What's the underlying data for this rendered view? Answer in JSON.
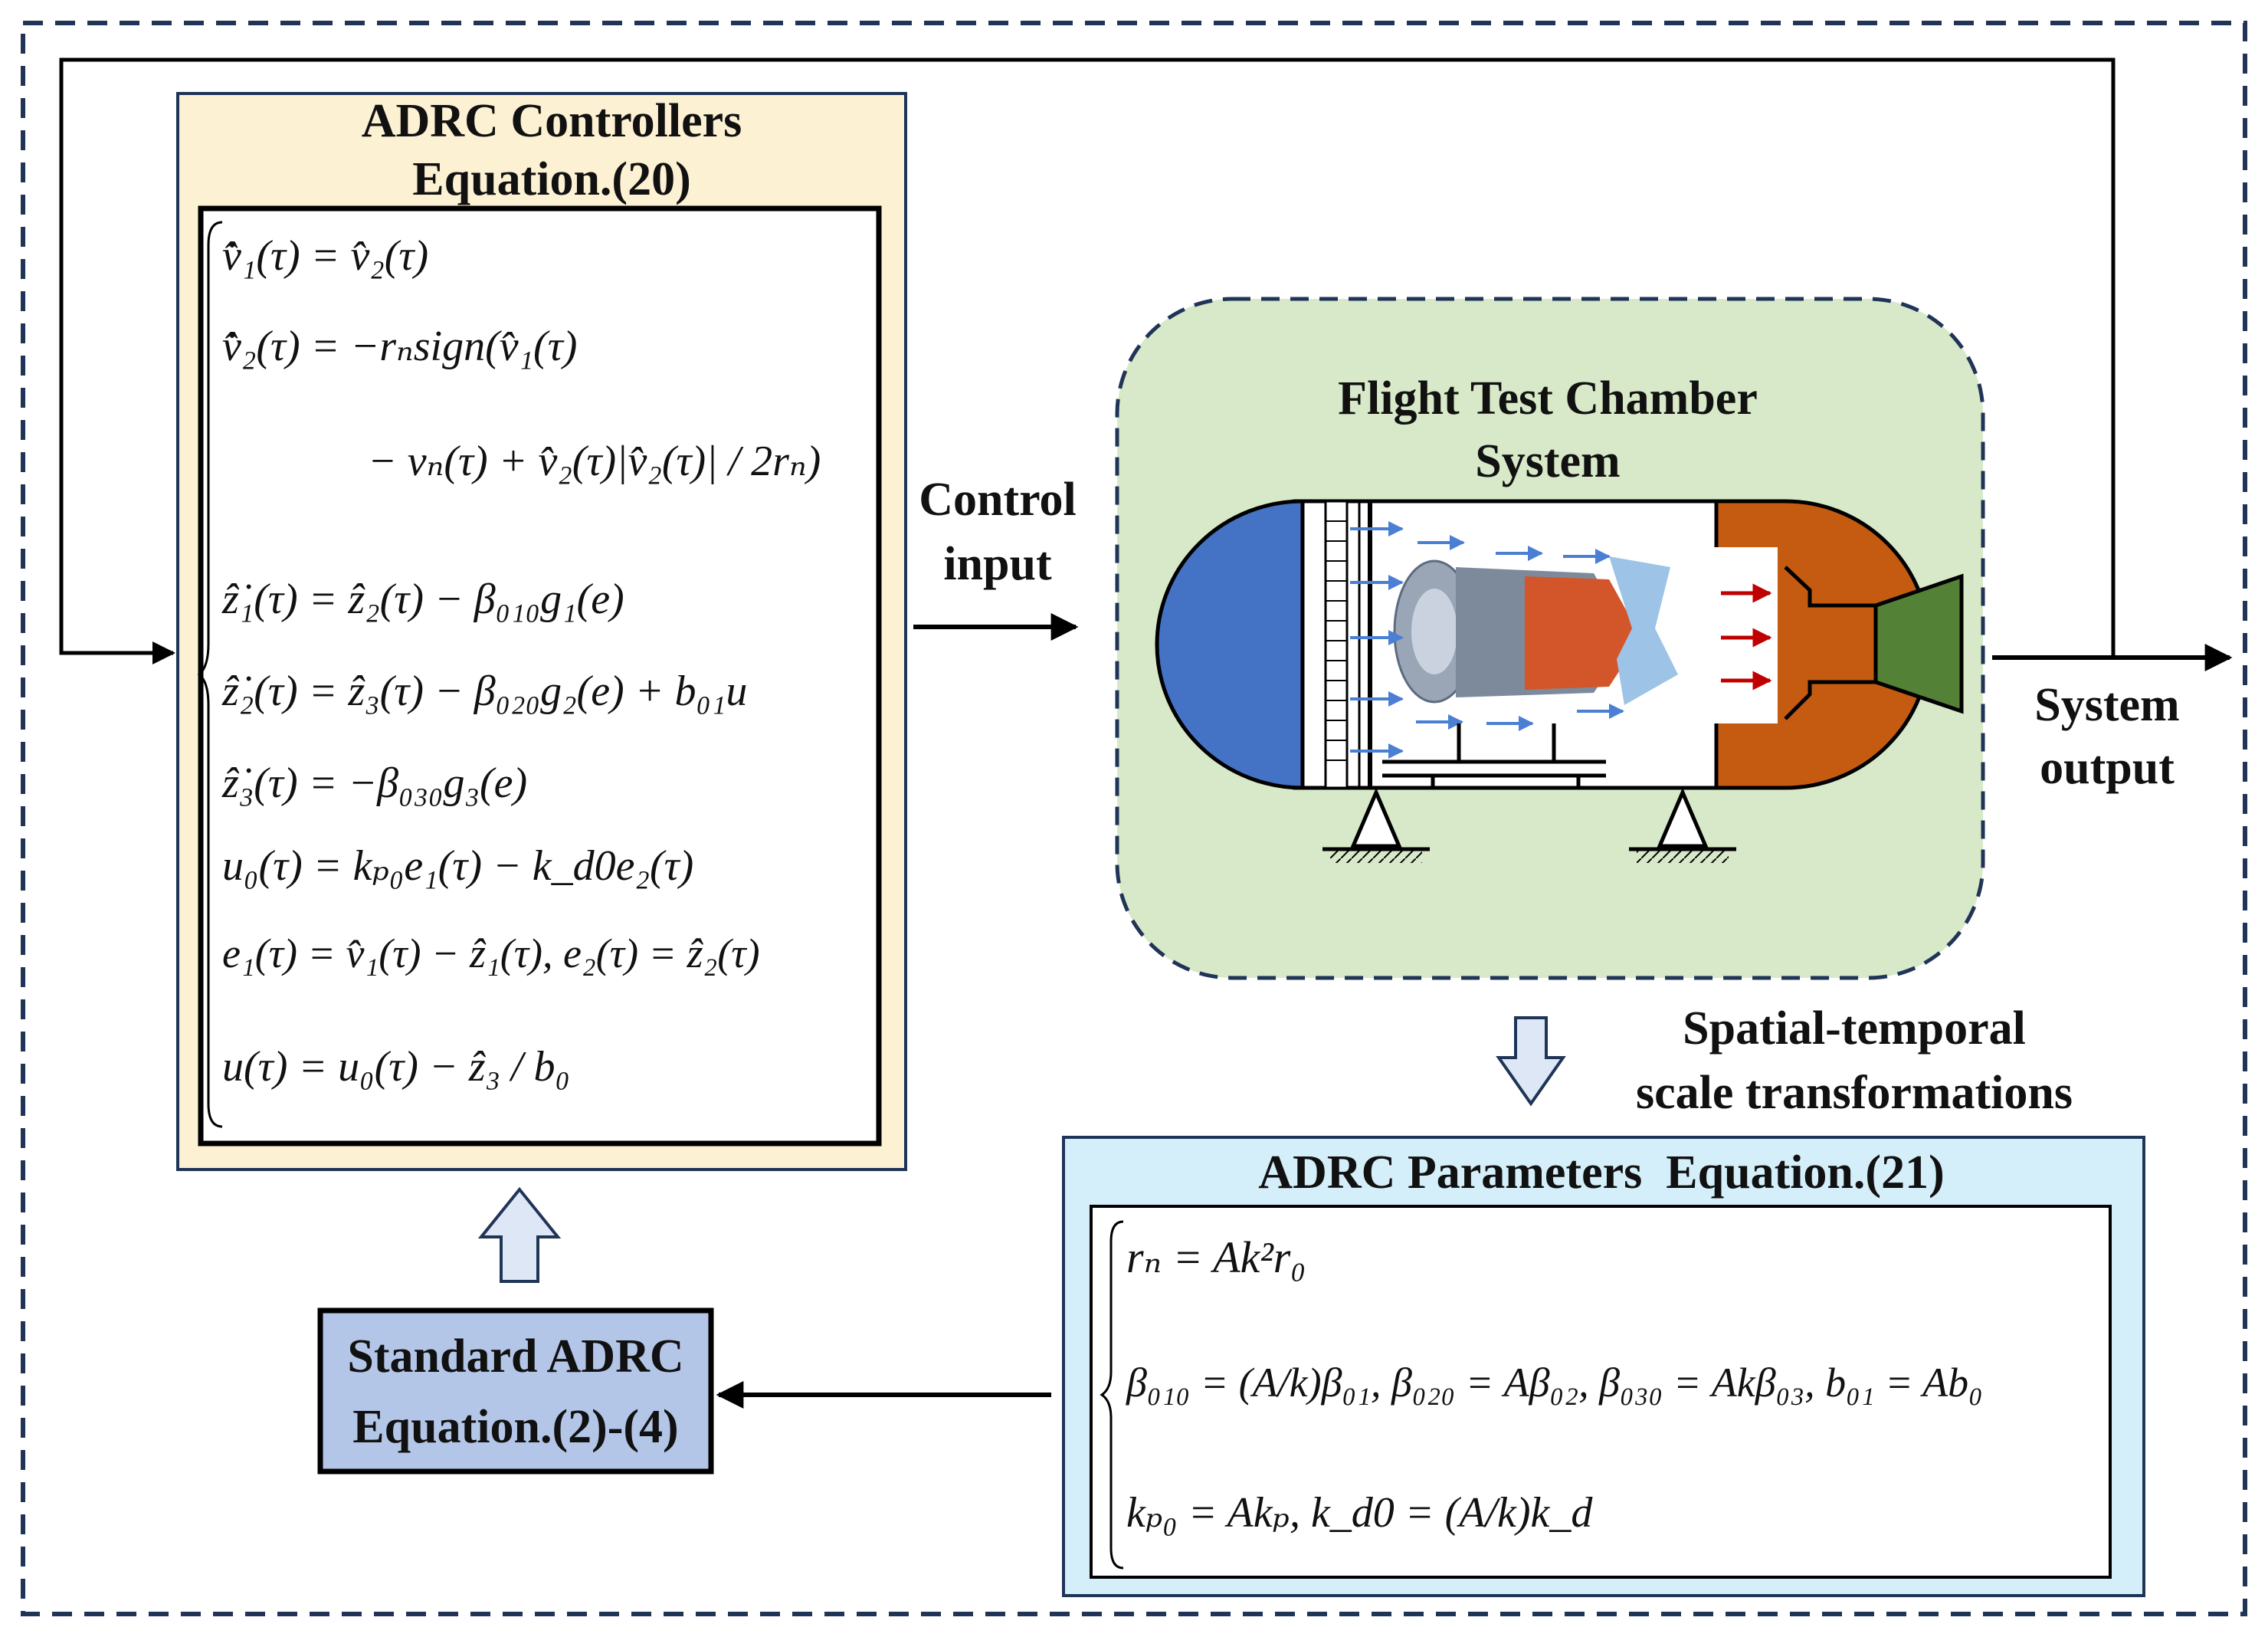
{
  "controllers_box": {
    "title_line1": "ADRC Controllers",
    "title_line2": "Equation.(20)",
    "equations": [
      "v̂̇₁(τ) = v̂₂(τ)",
      "v̂̇₂(τ) = −rₙsign(v̂₁(τ)",
      "− vₙ(τ) + v̂₂(τ)|v̂₂(τ)| / 2rₙ)",
      "ẑ̇₁(τ) = ẑ₂(τ) − β₀₁₀g₁(e)",
      "ẑ̇₂(τ) = ẑ₃(τ) − β₀₂₀g₂(e) + b₀₁u",
      "ẑ̇₃(τ) = −β₀₃₀g₃(e)",
      "u₀(τ) = kₚ₀e₁(τ) − k_d0e₂(τ)",
      "e₁(τ) = v̂₁(τ) − ẑ₁(τ), e₂(τ) = ẑ₂(τ)",
      "u(τ) = u₀(τ) − ẑ₃ / b₀"
    ]
  },
  "control_input": {
    "line1": "Control",
    "line2": "input"
  },
  "chamber": {
    "title_line1": "Flight Test Chamber",
    "title_line2": "System"
  },
  "system_output": {
    "line1": "System",
    "line2": "output"
  },
  "transform": {
    "line1": "Spatial-temporal",
    "line2": "scale transformations"
  },
  "parameters_box": {
    "title": "ADRC Parameters  Equation.(21)",
    "equations": [
      "rₙ = Ak²r₀",
      "β₀₁₀ = (A/k)β₀₁, β₀₂₀ = Aβ₀₂, β₀₃₀ = Akβ₀₃, b₀₁ = Ab₀",
      "kₚ₀ = Akₚ, k_d0 = (A/k)k_d"
    ]
  },
  "standard_box": {
    "line1": "Standard ADRC",
    "line2": "Equation.(2)-(4)"
  },
  "colors": {
    "controllers_fill": "#fdf1d3",
    "chamber_fill": "#d8e9c9",
    "parameters_fill": "#d4eefa",
    "standard_fill": "#b4c6e7",
    "outline_dark": "#1f3457",
    "inlet_blue": "#4472c4",
    "outlet_orange": "#c55a11",
    "nozzle_green": "#538135"
  }
}
